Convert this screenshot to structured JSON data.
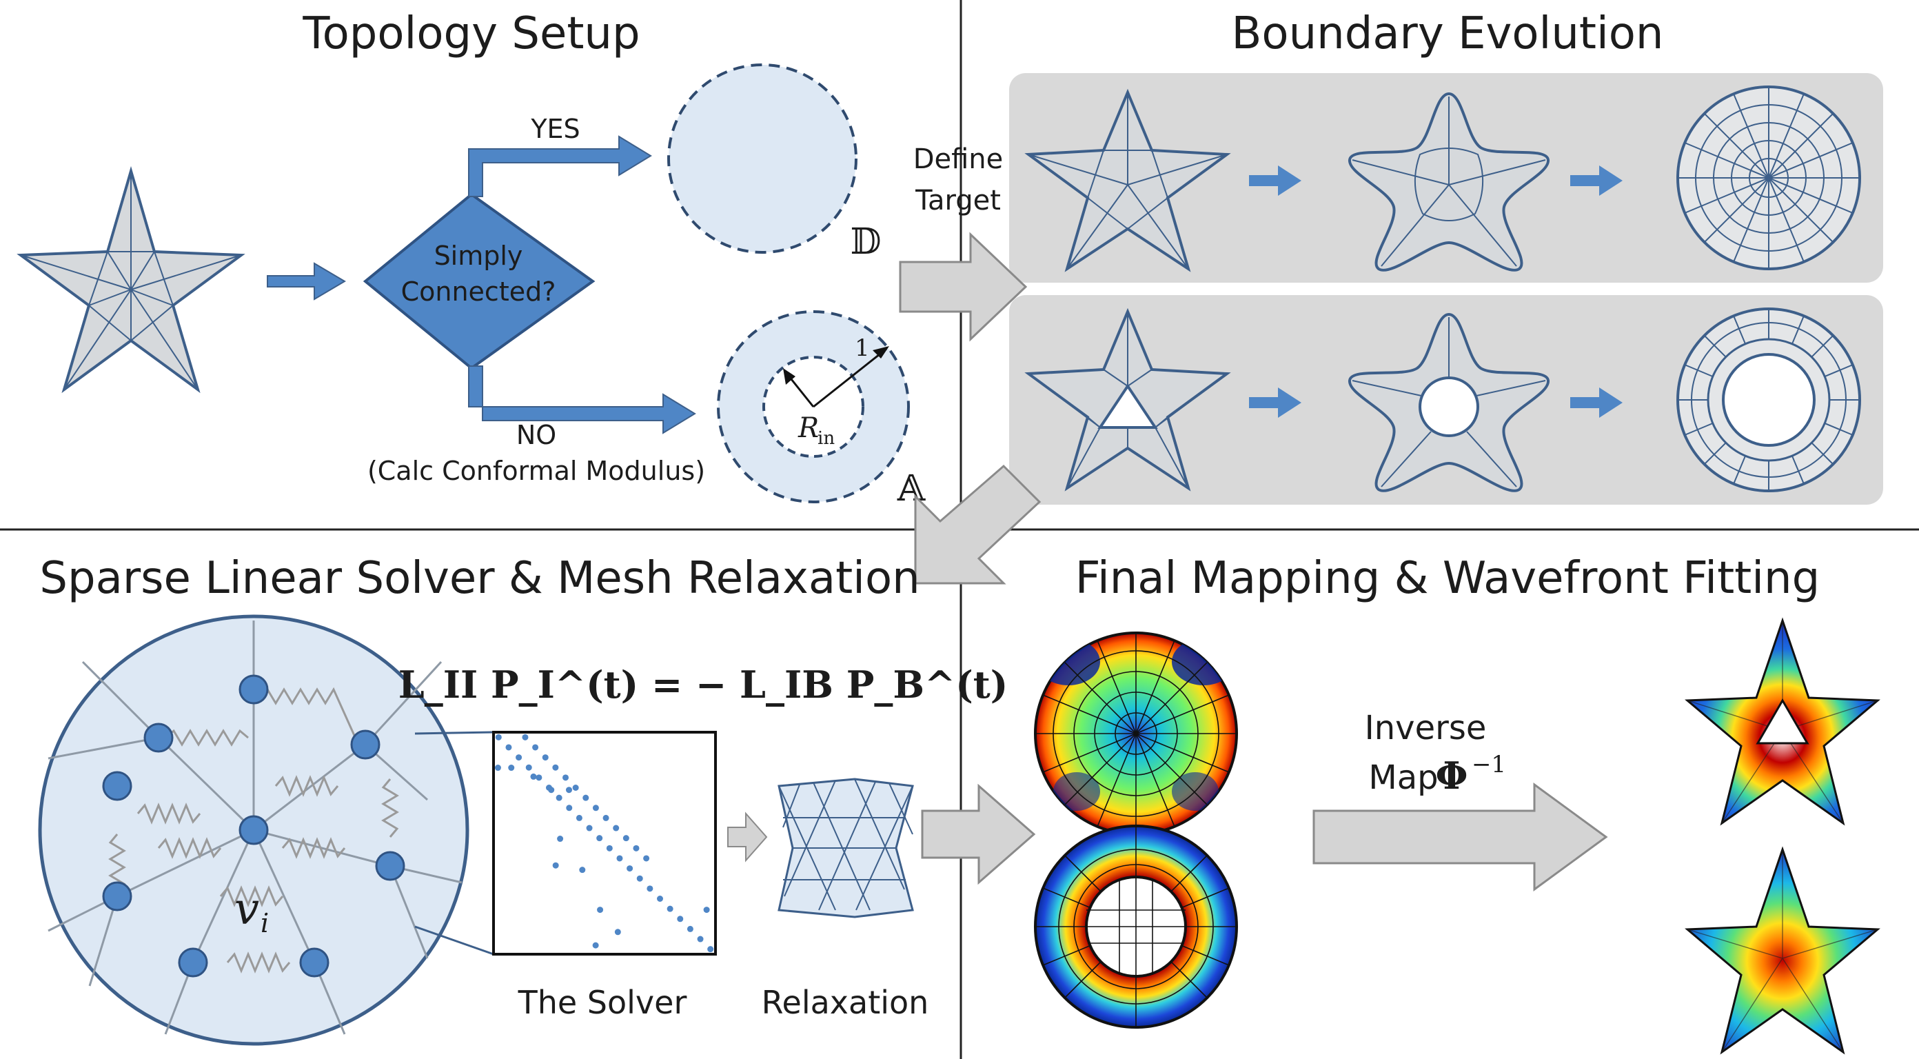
{
  "panels": {
    "topology": {
      "title": "Topology Setup",
      "decision": [
        "Simply",
        "Connected?"
      ],
      "yes_label": "YES",
      "no_label": "NO",
      "no_note": "(Calc Conformal Modulus)",
      "disk_symbol": "𝔻",
      "annulus_symbol": "𝔸",
      "radius_outer": "1",
      "radius_inner": "R",
      "radius_inner_sub": "in"
    },
    "boundary": {
      "title": "Boundary Evolution",
      "define_target": [
        "Define",
        "Target"
      ]
    },
    "solver": {
      "title": "Sparse Linear Solver & Mesh Relaxation",
      "equation": "L_II P_I^(t) = − L_IB P_B^(t)",
      "vertex_label": "v",
      "vertex_sub": "i",
      "solver_caption": "The Solver",
      "relax_caption": "Relaxation"
    },
    "final": {
      "title": "Final Mapping & Wavefront Fitting",
      "inverse_label": "Inverse",
      "map_label": "Map",
      "phi_label": "Φ",
      "phi_sup": "−1"
    }
  },
  "colors": {
    "accent_blue": "#4f86c6",
    "line_blue": "#3d5f8a",
    "panel_gray": "#d9d9d9",
    "light_fill": "#dde8f4",
    "star_fill": "#d6d9dc"
  }
}
